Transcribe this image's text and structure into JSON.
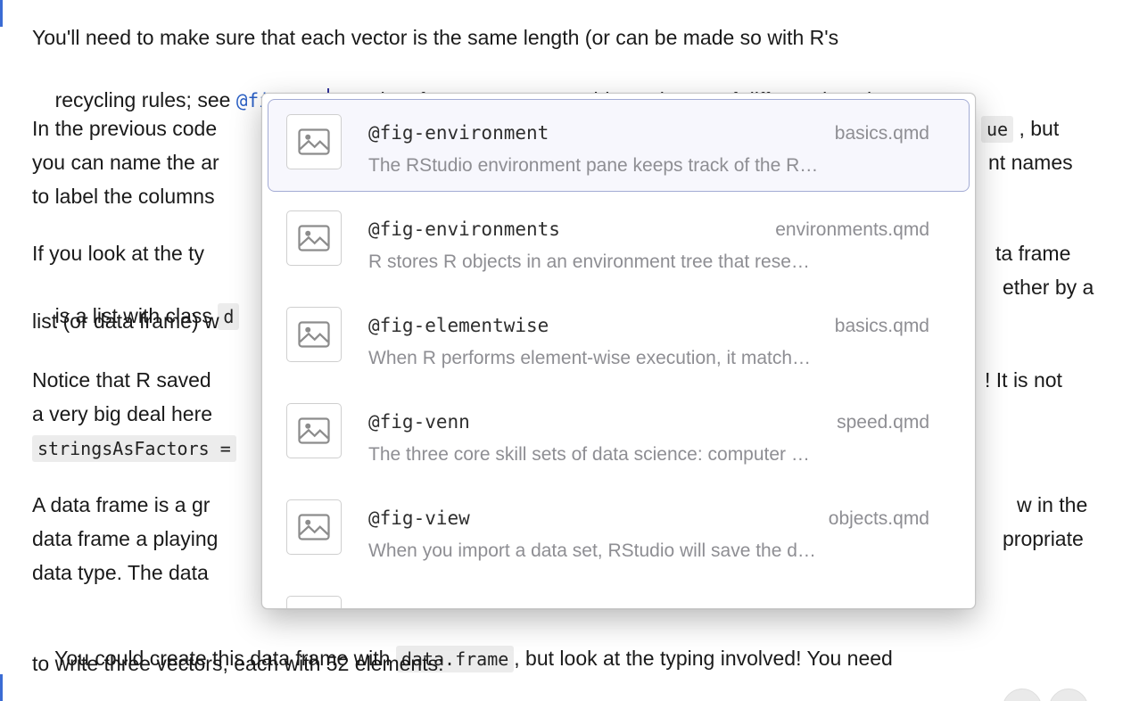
{
  "doc": {
    "p1l1": "You'll need to make sure that each vector is the same length (or can be made so with R's",
    "p1l2_pre": "recycling rules; see ",
    "p1l2_ref": "@fig-env",
    "p1l2_post": " , as data frames cannot combine columns of different lengths.",
    "p2l1": "In the previous code",
    "p2r1_code": "ue",
    "p2r1_rest": " , but",
    "p2l2": "you can name the ar",
    "p2r2": "nt names",
    "p2l3": "to label the columns",
    "p3l1": "If you look at the ty",
    "p3r1": "ta frame",
    "p3l2_pre": "is a list with class ",
    "p3l2_code": "d",
    "p3r2": "ether by a",
    "p3l3": "list (or data frame) w",
    "p4l1": "Notice that R saved",
    "p4r1": "! It is not",
    "p4l2": "a very big deal here",
    "p4l3_code": "stringsAsFactors =",
    "p5l1": "A data frame is a gr",
    "p5r1": "w in the",
    "p5l2": "data frame a playing",
    "p5r2": "propriate",
    "p5l3": "data type. The data",
    "p6l1_pre": "You could create this data frame with ",
    "p6l1_code": "data.frame",
    "p6l1_post": ", but look at the typing involved! You need",
    "p6l2": "to write three vectors, each with 52 elements:"
  },
  "popup": {
    "items": [
      {
        "title": "@fig-environment",
        "file": "basics.qmd",
        "desc": "The RStudio environment pane keeps track of the R…"
      },
      {
        "title": "@fig-environments",
        "file": "environments.qmd",
        "desc": "R stores R objects in an environment tree that rese…"
      },
      {
        "title": "@fig-elementwise",
        "file": "basics.qmd",
        "desc": "When R performs element-wise execution, it match…"
      },
      {
        "title": "@fig-venn",
        "file": "speed.qmd",
        "desc": "The three core skill sets of data science: computer …"
      },
      {
        "title": "@fig-view",
        "file": "objects.qmd",
        "desc": "When you import a data set, RStudio will save the d…"
      }
    ]
  },
  "colors": {
    "accent_blue": "#2a5fc4",
    "selected_border": "#a3abd4",
    "code_bg": "#ececec",
    "muted_gray": "#8e8e93"
  }
}
